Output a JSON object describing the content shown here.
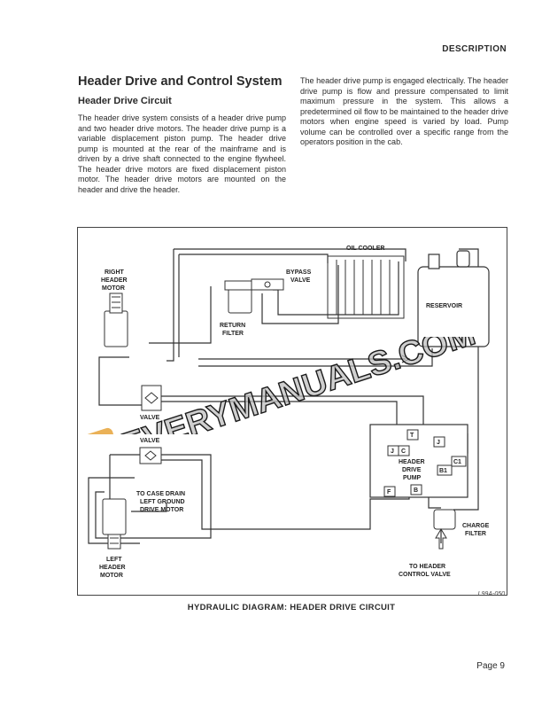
{
  "header": {
    "section": "DESCRIPTION"
  },
  "article": {
    "title": "Header Drive and Control System",
    "subtitle": "Header Drive Circuit",
    "paragraph1": "The header drive system consists of a header drive pump and two header drive motors. The header drive pump is a variable displacement piston pump. The header drive pump is mounted at the rear of the mainframe and is driven by a drive shaft connected to the engine flywheel. The header drive motors are fixed displacement piston motor. The header drive motors are mounted on the header and drive the header.",
    "paragraph2": "The header drive pump is engaged electrically. The header drive pump is flow and pressure compensated to limit maximum pressure in the system. This allows a predetermined oil flow to be maintained to the header drive motors when engine speed is varied by load. Pump volume can be controlled over a specific range from the operators position in the cab."
  },
  "diagram": {
    "labels": {
      "oil_cooler": "OIL COOLER",
      "right_motor_1": "RIGHT",
      "right_motor_2": "HEADER",
      "right_motor_3": "MOTOR",
      "bypass_1": "BYPASS",
      "bypass_2": "VALVE",
      "return_1": "RETURN",
      "return_2": "FILTER",
      "reservoir": "RESERVOIR",
      "valve_top": "VALVE",
      "valve_mid": "VALVE",
      "case_drain_1": "TO CASE DRAIN",
      "case_drain_2": "LEFT GROUND",
      "case_drain_3": "DRIVE MOTOR",
      "pump_1": "HEADER",
      "pump_2": "DRIVE",
      "pump_3": "PUMP",
      "left_motor_1": "LEFT",
      "left_motor_2": "HEADER",
      "left_motor_3": "MOTOR",
      "charge_1": "CHARGE",
      "charge_2": "FILTER",
      "to_header_1": "TO HEADER",
      "to_header_2": "CONTROL VALVE",
      "port_t": "T",
      "port_j1": "J",
      "port_j2": "J",
      "port_c": "C",
      "port_b1": "B1",
      "port_c1": "C1",
      "port_f": "F",
      "port_b": "B"
    },
    "ref": "L99A-050",
    "caption": "HYDRAULIC DIAGRAM: HEADER DRIVE CIRCUIT"
  },
  "watermark": "EVERYMANUALS.COM",
  "watermark_logo": "E",
  "footer": {
    "page": "Page 9"
  }
}
